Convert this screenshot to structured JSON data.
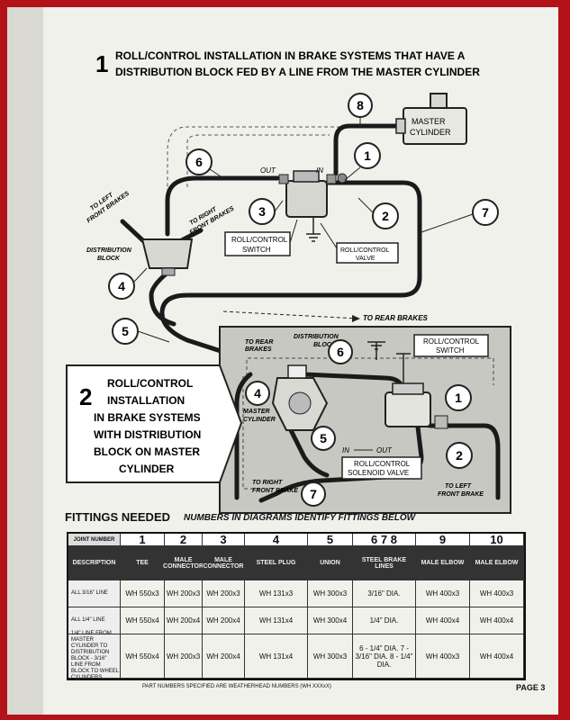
{
  "section1": {
    "number": "1",
    "title_line1": "ROLL/CONTROL  INSTALLATION IN BRAKE SYSTEMS THAT HAVE A",
    "title_line2": "DISTRIBUTION BLOCK FED BY A LINE FROM THE MASTER CYLINDER"
  },
  "diagram1_labels": {
    "master_cylinder": [
      "MASTER",
      "CYLINDER"
    ],
    "out": "OUT",
    "in": "IN",
    "to_left_front": [
      "TO LEFT",
      "FRONT BRAKES"
    ],
    "to_right_front": [
      "TO RIGHT",
      "FRONT BRAKES"
    ],
    "distribution_block": [
      "DISTRIBUTION",
      "BLOCK"
    ],
    "rc_switch": [
      "ROLL/CONTROL",
      "SWITCH"
    ],
    "rc_valve": [
      "ROLL/CONTROL",
      "VALVE"
    ],
    "to_rear": "TO REAR BRAKES",
    "callouts": [
      "8",
      "1",
      "6",
      "3",
      "2",
      "7",
      "4",
      "5"
    ]
  },
  "section2": {
    "number": "2",
    "lines": [
      "ROLL/CONTROL",
      "INSTALLATION",
      "IN BRAKE SYSTEMS",
      "WITH DISTRIBUTION",
      "BLOCK ON MASTER",
      "CYLINDER"
    ]
  },
  "diagram2_labels": {
    "to_rear": [
      "TO REAR",
      "BRAKES"
    ],
    "distribution_block": [
      "DISTRIBUTION",
      "BLOCK"
    ],
    "rc_switch": [
      "ROLL/CONTROL",
      "SWITCH"
    ],
    "master_cylinder": [
      "MASTER",
      "CYLINDER"
    ],
    "in": "IN",
    "out": "OUT",
    "rc_solenoid": [
      "ROLL/CONTROL",
      "SOLENOID VALVE"
    ],
    "to_right_front": [
      "TO RIGHT",
      "FRONT BRAKE"
    ],
    "to_left_front": [
      "TO LEFT",
      "FRONT BRAKE"
    ],
    "callouts": [
      "6",
      "4",
      "1",
      "5",
      "2",
      "7"
    ]
  },
  "fittings": {
    "heading": "FITTINGS NEEDED",
    "subheading": "NUMBERS IN DIAGRAMS IDENTIFY FITTINGS BELOW",
    "joint_number": "JOINT NUMBER",
    "description": "DESCRIPTION",
    "columns": [
      {
        "num": "1",
        "name": "TEE"
      },
      {
        "num": "2",
        "name": "MALE CONNECTOR"
      },
      {
        "num": "3",
        "name": "MALE CONNECTOR"
      },
      {
        "num": "4",
        "name": "STEEL PLUG"
      },
      {
        "num": "5",
        "name": "UNION"
      },
      {
        "num": "6 7 8",
        "name": "STEEL BRAKE LINES"
      },
      {
        "num": "9",
        "name": "MALE ELBOW"
      },
      {
        "num": "10",
        "name": "MALE ELBOW"
      }
    ],
    "rows": [
      {
        "desc": "ALL 3/16\" LINE",
        "cells": [
          "WH 550x3",
          "WH 200x3",
          "WH 200x3",
          "WH 131x3",
          "WH 300x3",
          "3/16\" DIA.",
          "WH 400x3",
          "WH 400x3"
        ]
      },
      {
        "desc": "ALL 1/4\" LINE",
        "cells": [
          "WH 550x4",
          "WH 200x4",
          "WH 200x4",
          "WH 131x4",
          "WH 300x4",
          "1/4\" DIA.",
          "WH 400x4",
          "WH 400x4"
        ]
      },
      {
        "desc": "1/4\" LINE FROM MASTER CYLINDER TO DISTRIBUTION BLOCK - 3/16\" LINE FROM BLOCK TO WHEEL CYLINDERS",
        "cells": [
          "WH 550x4",
          "WH 200x3",
          "WH 200x4",
          "WH 131x4",
          "WH 300x3",
          "6 - 1/4\" DIA. 7 - 3/16\" DIA. 8 - 1/4\" DIA.",
          "WH 400x3",
          "WH 400x4"
        ]
      }
    ],
    "footnote": "PART NUMBERS SPECIFIED ARE WEATHERHEAD NUMBERS (WH XXXxX)"
  },
  "page_label": "PAGE 3"
}
